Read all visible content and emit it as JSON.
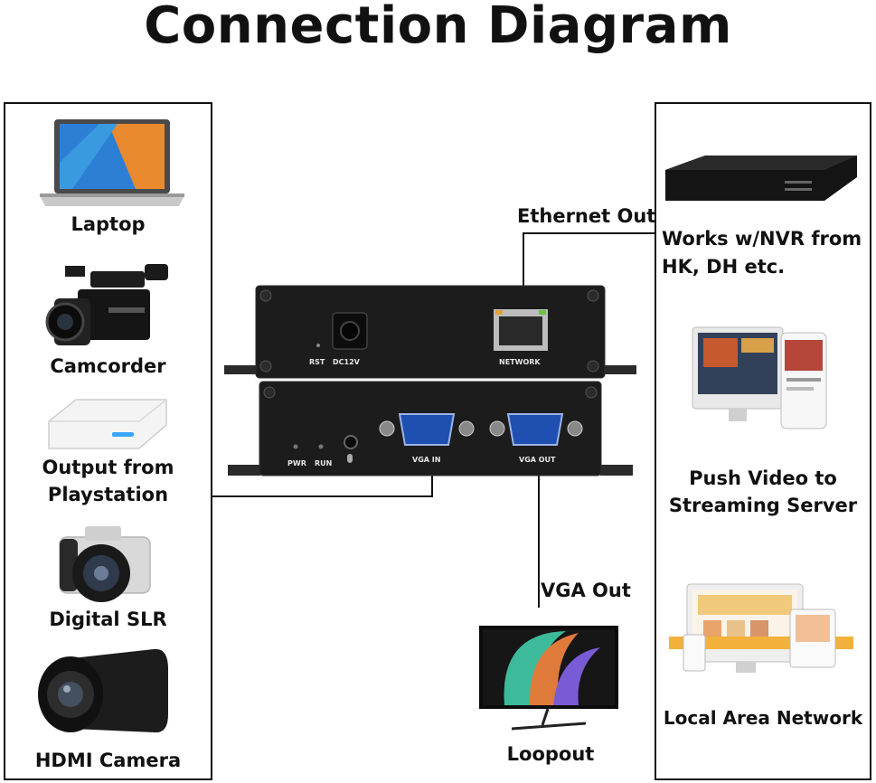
{
  "title": "Connection Diagram",
  "sources": [
    {
      "label": "Laptop",
      "icon": "laptop-icon"
    },
    {
      "label": "Camcorder",
      "icon": "camcorder-icon"
    },
    {
      "label": "Output from Playstation",
      "line1": "Output from",
      "line2": "Playstation",
      "icon": "game-console-icon"
    },
    {
      "label": "Digital SLR",
      "icon": "dslr-camera-icon"
    },
    {
      "label": "HDMI Camera",
      "icon": "hdmi-camera-icon"
    }
  ],
  "destinations": [
    {
      "line1": "Works w/NVR from",
      "line2": "HK, DH etc.",
      "icon": "nvr-icon"
    },
    {
      "line1": "Push Video to",
      "line2": "Streaming Server",
      "icon": "streaming-devices-icon"
    },
    {
      "label": "Local Area Network",
      "icon": "lan-devices-icon"
    }
  ],
  "connections": {
    "ethernet": "Ethernet Out",
    "vga": "VGA Out",
    "loopout": "Loopout"
  },
  "device": {
    "top_ports": {
      "rst": "RST",
      "dc": "DC12V",
      "network": "NETWORK"
    },
    "front_ports": {
      "pwr": "PWR",
      "run": "RUN",
      "vga_in": "VGA IN",
      "vga_out": "VGA OUT"
    }
  },
  "colors": {
    "device_body": "#1c1c1c",
    "vga_port": "#1f4fb0",
    "line": "#111111"
  }
}
